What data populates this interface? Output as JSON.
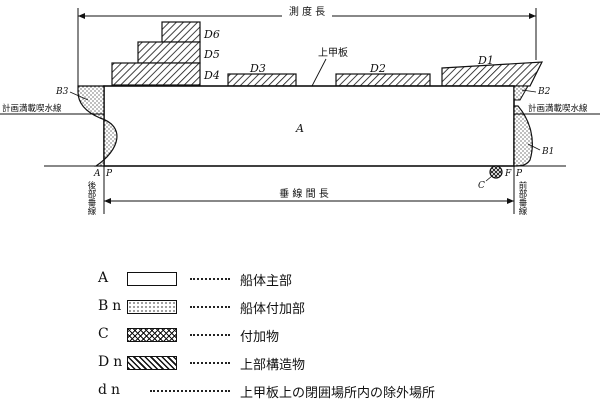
{
  "diagram": {
    "length_measure": "測 度 長",
    "upper_deck": "上甲板",
    "draft_left": "計画満載喫水線",
    "draft_right": "計画満載喫水線",
    "perp_length": "垂 線 間 長",
    "aft_perp": "後部垂線",
    "fwd_perp": "前部垂線",
    "main_body": "A",
    "label_A_left": "A",
    "label_P_left": "P",
    "label_P_right": "P",
    "label_F": "F",
    "label_C": "C",
    "label_B1": "B1",
    "label_B2": "B2",
    "label_B3": "B3",
    "label_D1": "D1",
    "label_D2": "D2",
    "label_D3": "D3",
    "label_D4": "D4",
    "label_D5": "D5",
    "label_D6": "D6"
  },
  "legend": [
    {
      "symbol": "A",
      "desc": "船体主部"
    },
    {
      "symbol": "Bn",
      "desc": "船体付加部"
    },
    {
      "symbol": "C",
      "desc": "付加物"
    },
    {
      "symbol": "Dn",
      "desc": "上部構造物"
    },
    {
      "symbol": "dn",
      "desc": "上甲板上の閉囲場所内の除外場所"
    }
  ]
}
